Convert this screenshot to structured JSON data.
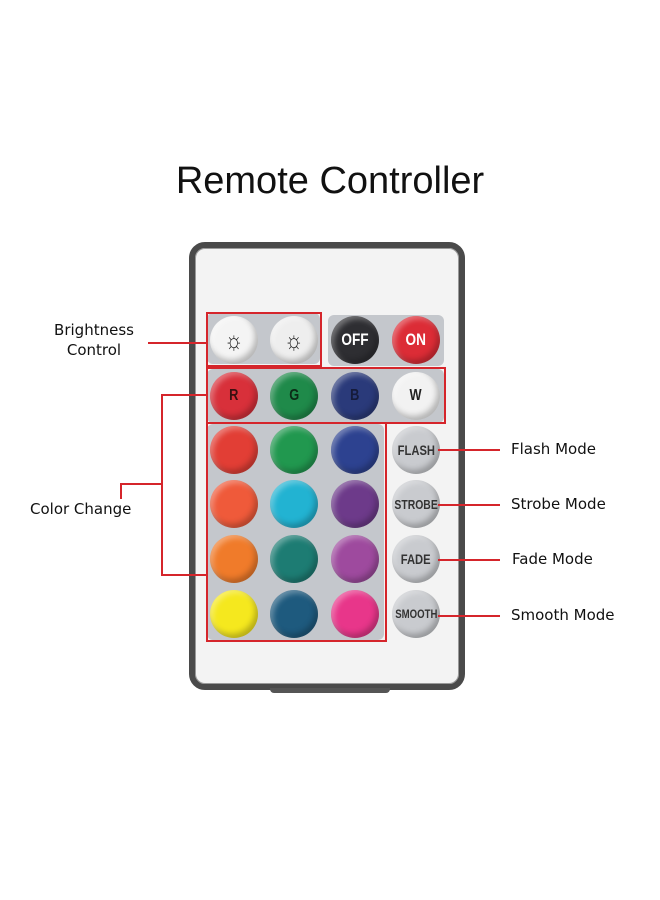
{
  "title": "Remote Controller",
  "labels": {
    "brightness": [
      "Brightness",
      "Control"
    ],
    "color_change": "Color Change",
    "flash_mode": "Flash Mode",
    "strobe_mode": "Strobe Mode",
    "fade_mode": "Fade Mode",
    "smooth_mode": "Smooth Mode"
  },
  "buttons": {
    "brightness_up": {
      "icon": "brightness-up-icon",
      "glyph": "☼"
    },
    "brightness_down": {
      "icon": "brightness-down-icon",
      "glyph": "☼"
    },
    "off": "OFF",
    "on": "ON",
    "rgbw": [
      {
        "label": "R",
        "color": "#d8303a"
      },
      {
        "label": "G",
        "color": "#1f8a4a"
      },
      {
        "label": "B",
        "color": "#2a3a7a"
      },
      {
        "label": "W",
        "color": "#f2f2f2"
      }
    ],
    "color_grid": [
      [
        "#e23e35",
        "#21984f",
        "#2d4290"
      ],
      [
        "#ef5a3a",
        "#22b3d2",
        "#6d3a8a"
      ],
      [
        "#f07b2a",
        "#1d7c73",
        "#9e4a9e"
      ],
      [
        "#f5e81e",
        "#1e5a7e",
        "#e8368a"
      ]
    ],
    "modes": [
      "FLASH",
      "STROBE",
      "FADE",
      "SMOOTH"
    ]
  },
  "colors": {
    "accent_line": "#d5252b",
    "off_button": "#2e2e32",
    "on_button": "#dc2c36"
  }
}
